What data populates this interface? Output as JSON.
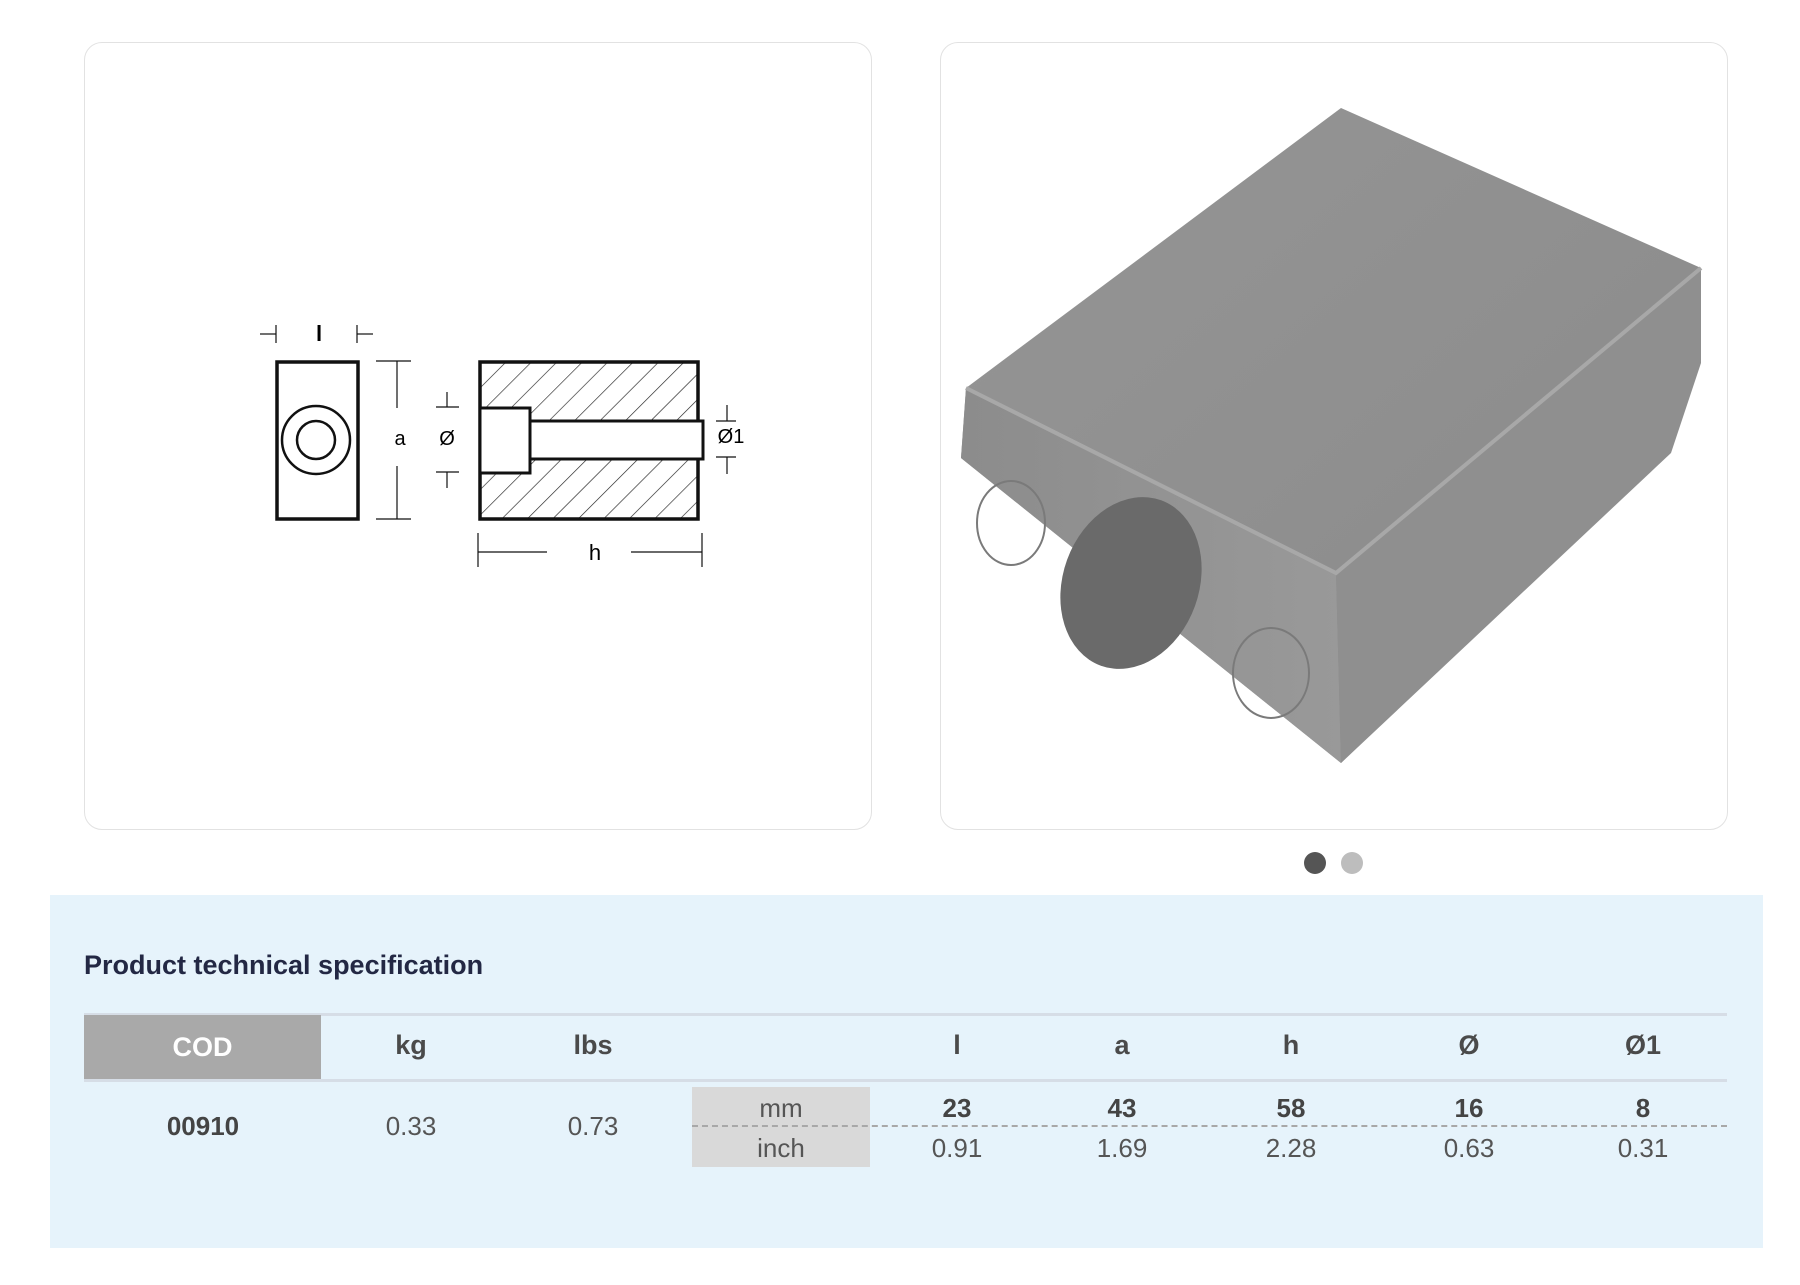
{
  "drawing": {
    "labels": {
      "l": "l",
      "a": "a",
      "diameter": "Ø",
      "diameter1": "Ø1",
      "h": "h"
    }
  },
  "carousel": {
    "slides": 2,
    "active": 1
  },
  "spec": {
    "title": "Product technical specification",
    "headers": {
      "cod": "COD",
      "kg": "kg",
      "lbs": "lbs",
      "l": "l",
      "a": "a",
      "h": "h",
      "d": "Ø",
      "d1": "Ø1"
    },
    "units": {
      "mm": "mm",
      "inch": "inch"
    },
    "row": {
      "cod": "00910",
      "kg": "0.33",
      "lbs": "0.73",
      "mm": {
        "l": "23",
        "a": "43",
        "h": "58",
        "d": "16",
        "d1": "8"
      },
      "inch": {
        "l": "0.91",
        "a": "1.69",
        "h": "2.28",
        "d": "0.63",
        "d1": "0.31"
      }
    }
  },
  "colors": {
    "panel": "#e6f3fb",
    "cod_header": "#a9a9a9",
    "title": "#232844",
    "dot_active": "#555555",
    "dot_inactive": "#bdbdbd"
  }
}
